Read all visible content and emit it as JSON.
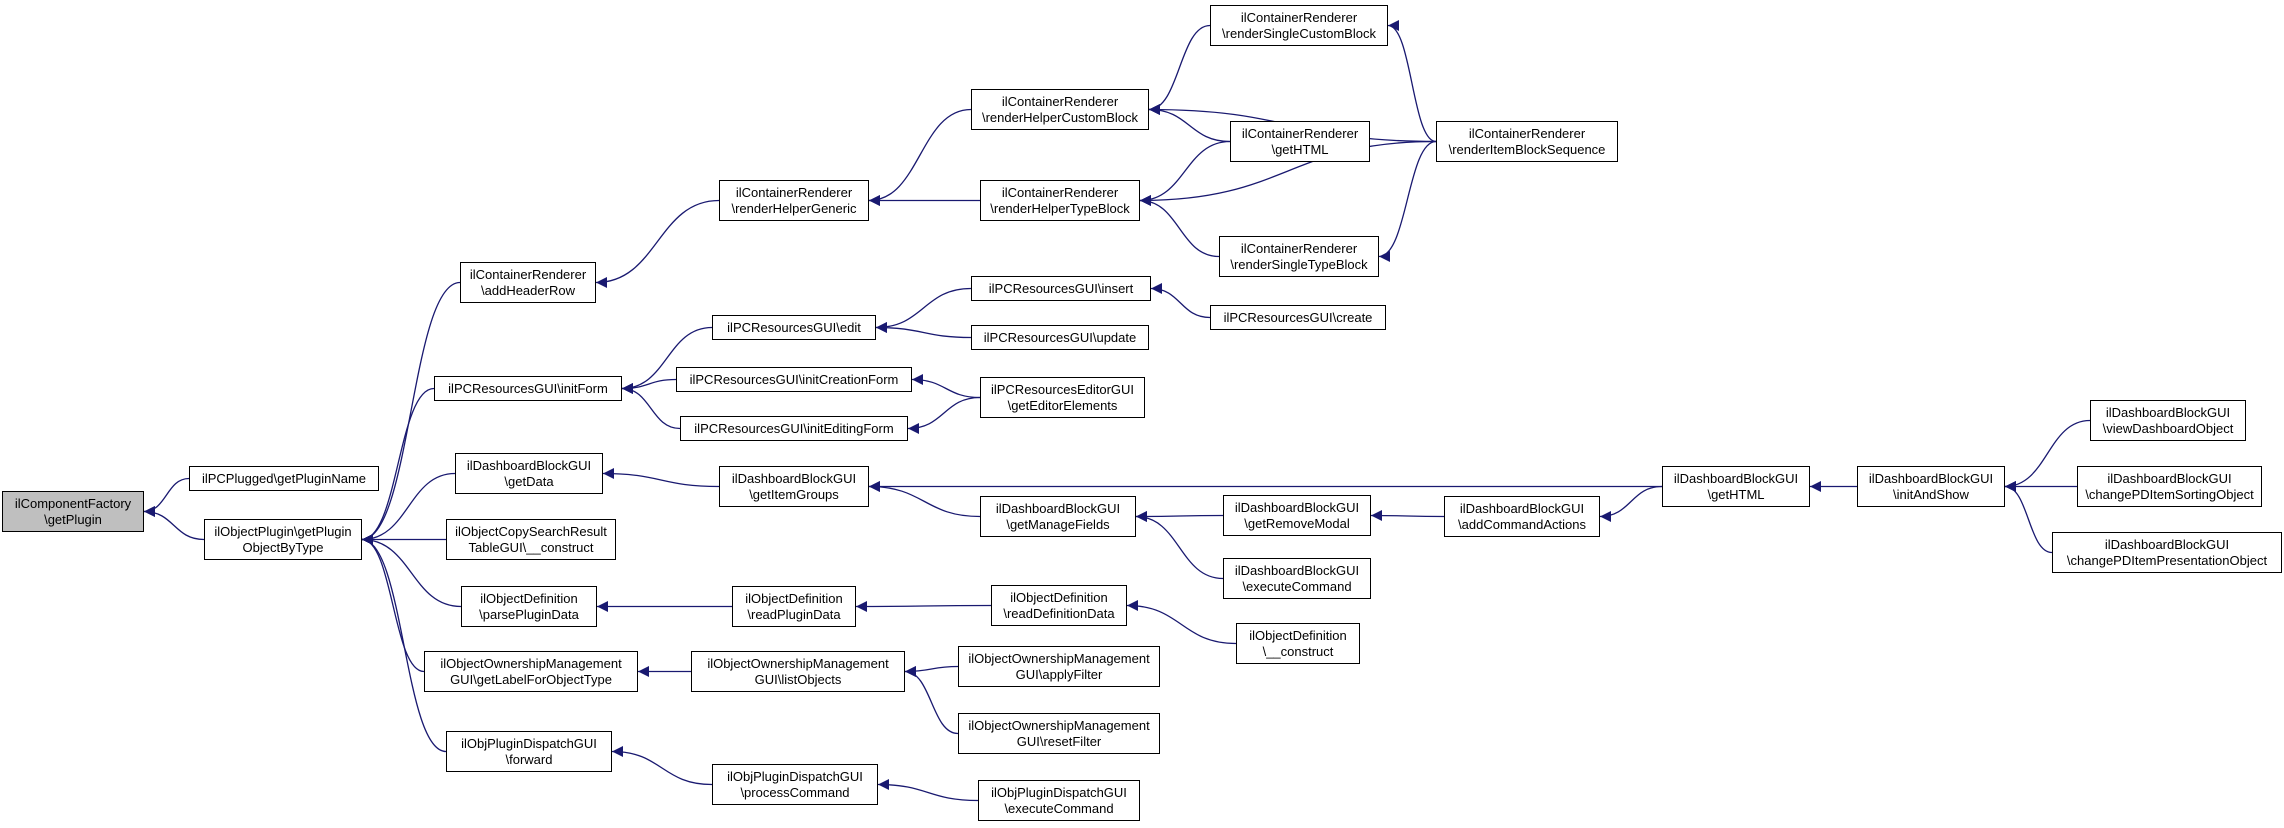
{
  "diagram": {
    "colors": {
      "edge": "#191970",
      "root_fill": "#bfbfbf",
      "node_fill": "#ffffff",
      "border": "#000000"
    },
    "nodes": [
      {
        "id": "componentFactory",
        "lines": [
          "ilComponentFactory",
          "\\getPlugin"
        ],
        "root": true
      },
      {
        "id": "pcPluggedGetPluginName",
        "lines": [
          "ilPCPlugged\\getPluginName"
        ]
      },
      {
        "id": "objectPluginGetPluginObjectByType",
        "lines": [
          "ilObjectPlugin\\getPlugin",
          "ObjectByType"
        ]
      },
      {
        "id": "containerRendererAddHeaderRow",
        "lines": [
          "ilContainerRenderer",
          "\\addHeaderRow"
        ]
      },
      {
        "id": "pcResourcesInitForm",
        "lines": [
          "ilPCResourcesGUI\\initForm"
        ]
      },
      {
        "id": "dashboardGetData",
        "lines": [
          "ilDashboardBlockGUI",
          "\\getData"
        ]
      },
      {
        "id": "objectCopySearchConstruct",
        "lines": [
          "ilObjectCopySearchResult",
          "TableGUI\\__construct"
        ]
      },
      {
        "id": "objectDefinitionParsePluginData",
        "lines": [
          "ilObjectDefinition",
          "\\parsePluginData"
        ]
      },
      {
        "id": "ownershipGetLabel",
        "lines": [
          "ilObjectOwnershipManagement",
          "GUI\\getLabelForObjectType"
        ]
      },
      {
        "id": "objPluginDispatchForward",
        "lines": [
          "ilObjPluginDispatchGUI",
          "\\forward"
        ]
      },
      {
        "id": "containerRendererHelperGeneric",
        "lines": [
          "ilContainerRenderer",
          "\\renderHelperGeneric"
        ]
      },
      {
        "id": "pcResourcesEdit",
        "lines": [
          "ilPCResourcesGUI\\edit"
        ]
      },
      {
        "id": "pcResourcesInitCreationForm",
        "lines": [
          "ilPCResourcesGUI\\initCreationForm"
        ]
      },
      {
        "id": "pcResourcesInitEditingForm",
        "lines": [
          "ilPCResourcesGUI\\initEditingForm"
        ]
      },
      {
        "id": "dashboardGetItemGroups",
        "lines": [
          "ilDashboardBlockGUI",
          "\\getItemGroups"
        ]
      },
      {
        "id": "objectDefinitionReadPluginData",
        "lines": [
          "ilObjectDefinition",
          "\\readPluginData"
        ]
      },
      {
        "id": "ownershipListObjects",
        "lines": [
          "ilObjectOwnershipManagement",
          "GUI\\listObjects"
        ]
      },
      {
        "id": "objPluginDispatchProcessCommand",
        "lines": [
          "ilObjPluginDispatchGUI",
          "\\processCommand"
        ]
      },
      {
        "id": "containerRendererHelperCustomBlock",
        "lines": [
          "ilContainerRenderer",
          "\\renderHelperCustomBlock"
        ]
      },
      {
        "id": "containerRendererHelperTypeBlock",
        "lines": [
          "ilContainerRenderer",
          "\\renderHelperTypeBlock"
        ]
      },
      {
        "id": "pcResourcesInsert",
        "lines": [
          "ilPCResourcesGUI\\insert"
        ]
      },
      {
        "id": "pcResourcesUpdate",
        "lines": [
          "ilPCResourcesGUI\\update"
        ]
      },
      {
        "id": "pcResourcesEditorGetEditorElements",
        "lines": [
          "ilPCResourcesEditorGUI",
          "\\getEditorElements"
        ]
      },
      {
        "id": "dashboardGetManageFields",
        "lines": [
          "ilDashboardBlockGUI",
          "\\getManageFields"
        ]
      },
      {
        "id": "objectDefinitionReadDefinitionData",
        "lines": [
          "ilObjectDefinition",
          "\\readDefinitionData"
        ]
      },
      {
        "id": "ownershipApplyFilter",
        "lines": [
          "ilObjectOwnershipManagement",
          "GUI\\applyFilter"
        ]
      },
      {
        "id": "ownershipResetFilter",
        "lines": [
          "ilObjectOwnershipManagement",
          "GUI\\resetFilter"
        ]
      },
      {
        "id": "objPluginDispatchExecuteCommand",
        "lines": [
          "ilObjPluginDispatchGUI",
          "\\executeCommand"
        ]
      },
      {
        "id": "containerRendererSingleCustomBlock",
        "lines": [
          "ilContainerRenderer",
          "\\renderSingleCustomBlock"
        ]
      },
      {
        "id": "containerRendererGetHTML",
        "lines": [
          "ilContainerRenderer",
          "\\getHTML"
        ]
      },
      {
        "id": "containerRendererSingleTypeBlock",
        "lines": [
          "ilContainerRenderer",
          "\\renderSingleTypeBlock"
        ]
      },
      {
        "id": "pcResourcesCreate",
        "lines": [
          "ilPCResourcesGUI\\create"
        ]
      },
      {
        "id": "dashboardGetRemoveModal",
        "lines": [
          "ilDashboardBlockGUI",
          "\\getRemoveModal"
        ]
      },
      {
        "id": "dashboardExecuteCommand",
        "lines": [
          "ilDashboardBlockGUI",
          "\\executeCommand"
        ]
      },
      {
        "id": "objectDefinitionConstruct",
        "lines": [
          "ilObjectDefinition",
          "\\__construct"
        ]
      },
      {
        "id": "containerRendererItemBlockSequence",
        "lines": [
          "ilContainerRenderer",
          "\\renderItemBlockSequence"
        ]
      },
      {
        "id": "dashboardAddCommandActions",
        "lines": [
          "ilDashboardBlockGUI",
          "\\addCommandActions"
        ]
      },
      {
        "id": "dashboardGetHTML",
        "lines": [
          "ilDashboardBlockGUI",
          "\\getHTML"
        ]
      },
      {
        "id": "dashboardInitAndShow",
        "lines": [
          "ilDashboardBlockGUI",
          "\\initAndShow"
        ]
      },
      {
        "id": "dashboardViewDashboardObject",
        "lines": [
          "ilDashboardBlockGUI",
          "\\viewDashboardObject"
        ]
      },
      {
        "id": "dashboardChangeSorting",
        "lines": [
          "ilDashboardBlockGUI",
          "\\changePDItemSortingObject"
        ]
      },
      {
        "id": "dashboardChangePresentation",
        "lines": [
          "ilDashboardBlockGUI",
          "\\changePDItemPresentationObject"
        ]
      }
    ],
    "edges": [
      [
        "pcPluggedGetPluginName",
        "componentFactory"
      ],
      [
        "objectPluginGetPluginObjectByType",
        "componentFactory"
      ],
      [
        "containerRendererAddHeaderRow",
        "objectPluginGetPluginObjectByType"
      ],
      [
        "pcResourcesInitForm",
        "objectPluginGetPluginObjectByType"
      ],
      [
        "dashboardGetData",
        "objectPluginGetPluginObjectByType"
      ],
      [
        "objectCopySearchConstruct",
        "objectPluginGetPluginObjectByType"
      ],
      [
        "objectDefinitionParsePluginData",
        "objectPluginGetPluginObjectByType"
      ],
      [
        "ownershipGetLabel",
        "objectPluginGetPluginObjectByType"
      ],
      [
        "objPluginDispatchForward",
        "objectPluginGetPluginObjectByType"
      ],
      [
        "containerRendererHelperGeneric",
        "containerRendererAddHeaderRow"
      ],
      [
        "containerRendererHelperCustomBlock",
        "containerRendererHelperGeneric"
      ],
      [
        "containerRendererHelperTypeBlock",
        "containerRendererHelperGeneric"
      ],
      [
        "containerRendererSingleCustomBlock",
        "containerRendererHelperCustomBlock"
      ],
      [
        "containerRendererGetHTML",
        "containerRendererHelperCustomBlock"
      ],
      [
        "containerRendererItemBlockSequence",
        "containerRendererHelperCustomBlock"
      ],
      [
        "containerRendererGetHTML",
        "containerRendererHelperTypeBlock"
      ],
      [
        "containerRendererItemBlockSequence",
        "containerRendererHelperTypeBlock"
      ],
      [
        "containerRendererSingleTypeBlock",
        "containerRendererHelperTypeBlock"
      ],
      [
        "containerRendererItemBlockSequence",
        "containerRendererSingleCustomBlock"
      ],
      [
        "containerRendererItemBlockSequence",
        "containerRendererSingleTypeBlock"
      ],
      [
        "pcResourcesEdit",
        "pcResourcesInitForm"
      ],
      [
        "pcResourcesInitCreationForm",
        "pcResourcesInitForm"
      ],
      [
        "pcResourcesInitEditingForm",
        "pcResourcesInitForm"
      ],
      [
        "pcResourcesInsert",
        "pcResourcesEdit"
      ],
      [
        "pcResourcesUpdate",
        "pcResourcesEdit"
      ],
      [
        "pcResourcesCreate",
        "pcResourcesInsert"
      ],
      [
        "pcResourcesEditorGetEditorElements",
        "pcResourcesInitCreationForm"
      ],
      [
        "pcResourcesEditorGetEditorElements",
        "pcResourcesInitEditingForm"
      ],
      [
        "dashboardGetItemGroups",
        "dashboardGetData"
      ],
      [
        "dashboardGetHTML",
        "dashboardGetItemGroups"
      ],
      [
        "dashboardGetManageFields",
        "dashboardGetItemGroups"
      ],
      [
        "dashboardGetRemoveModal",
        "dashboardGetManageFields"
      ],
      [
        "dashboardExecuteCommand",
        "dashboardGetManageFields"
      ],
      [
        "dashboardAddCommandActions",
        "dashboardGetRemoveModal"
      ],
      [
        "dashboardGetHTML",
        "dashboardAddCommandActions"
      ],
      [
        "dashboardInitAndShow",
        "dashboardGetHTML"
      ],
      [
        "dashboardViewDashboardObject",
        "dashboardInitAndShow"
      ],
      [
        "dashboardChangeSorting",
        "dashboardInitAndShow"
      ],
      [
        "dashboardChangePresentation",
        "dashboardInitAndShow"
      ],
      [
        "objectDefinitionReadPluginData",
        "objectDefinitionParsePluginData"
      ],
      [
        "objectDefinitionReadDefinitionData",
        "objectDefinitionReadPluginData"
      ],
      [
        "objectDefinitionConstruct",
        "objectDefinitionReadDefinitionData"
      ],
      [
        "ownershipListObjects",
        "ownershipGetLabel"
      ],
      [
        "ownershipApplyFilter",
        "ownershipListObjects"
      ],
      [
        "ownershipResetFilter",
        "ownershipListObjects"
      ],
      [
        "objPluginDispatchProcessCommand",
        "objPluginDispatchForward"
      ],
      [
        "objPluginDispatchExecuteCommand",
        "objPluginDispatchProcessCommand"
      ]
    ]
  }
}
